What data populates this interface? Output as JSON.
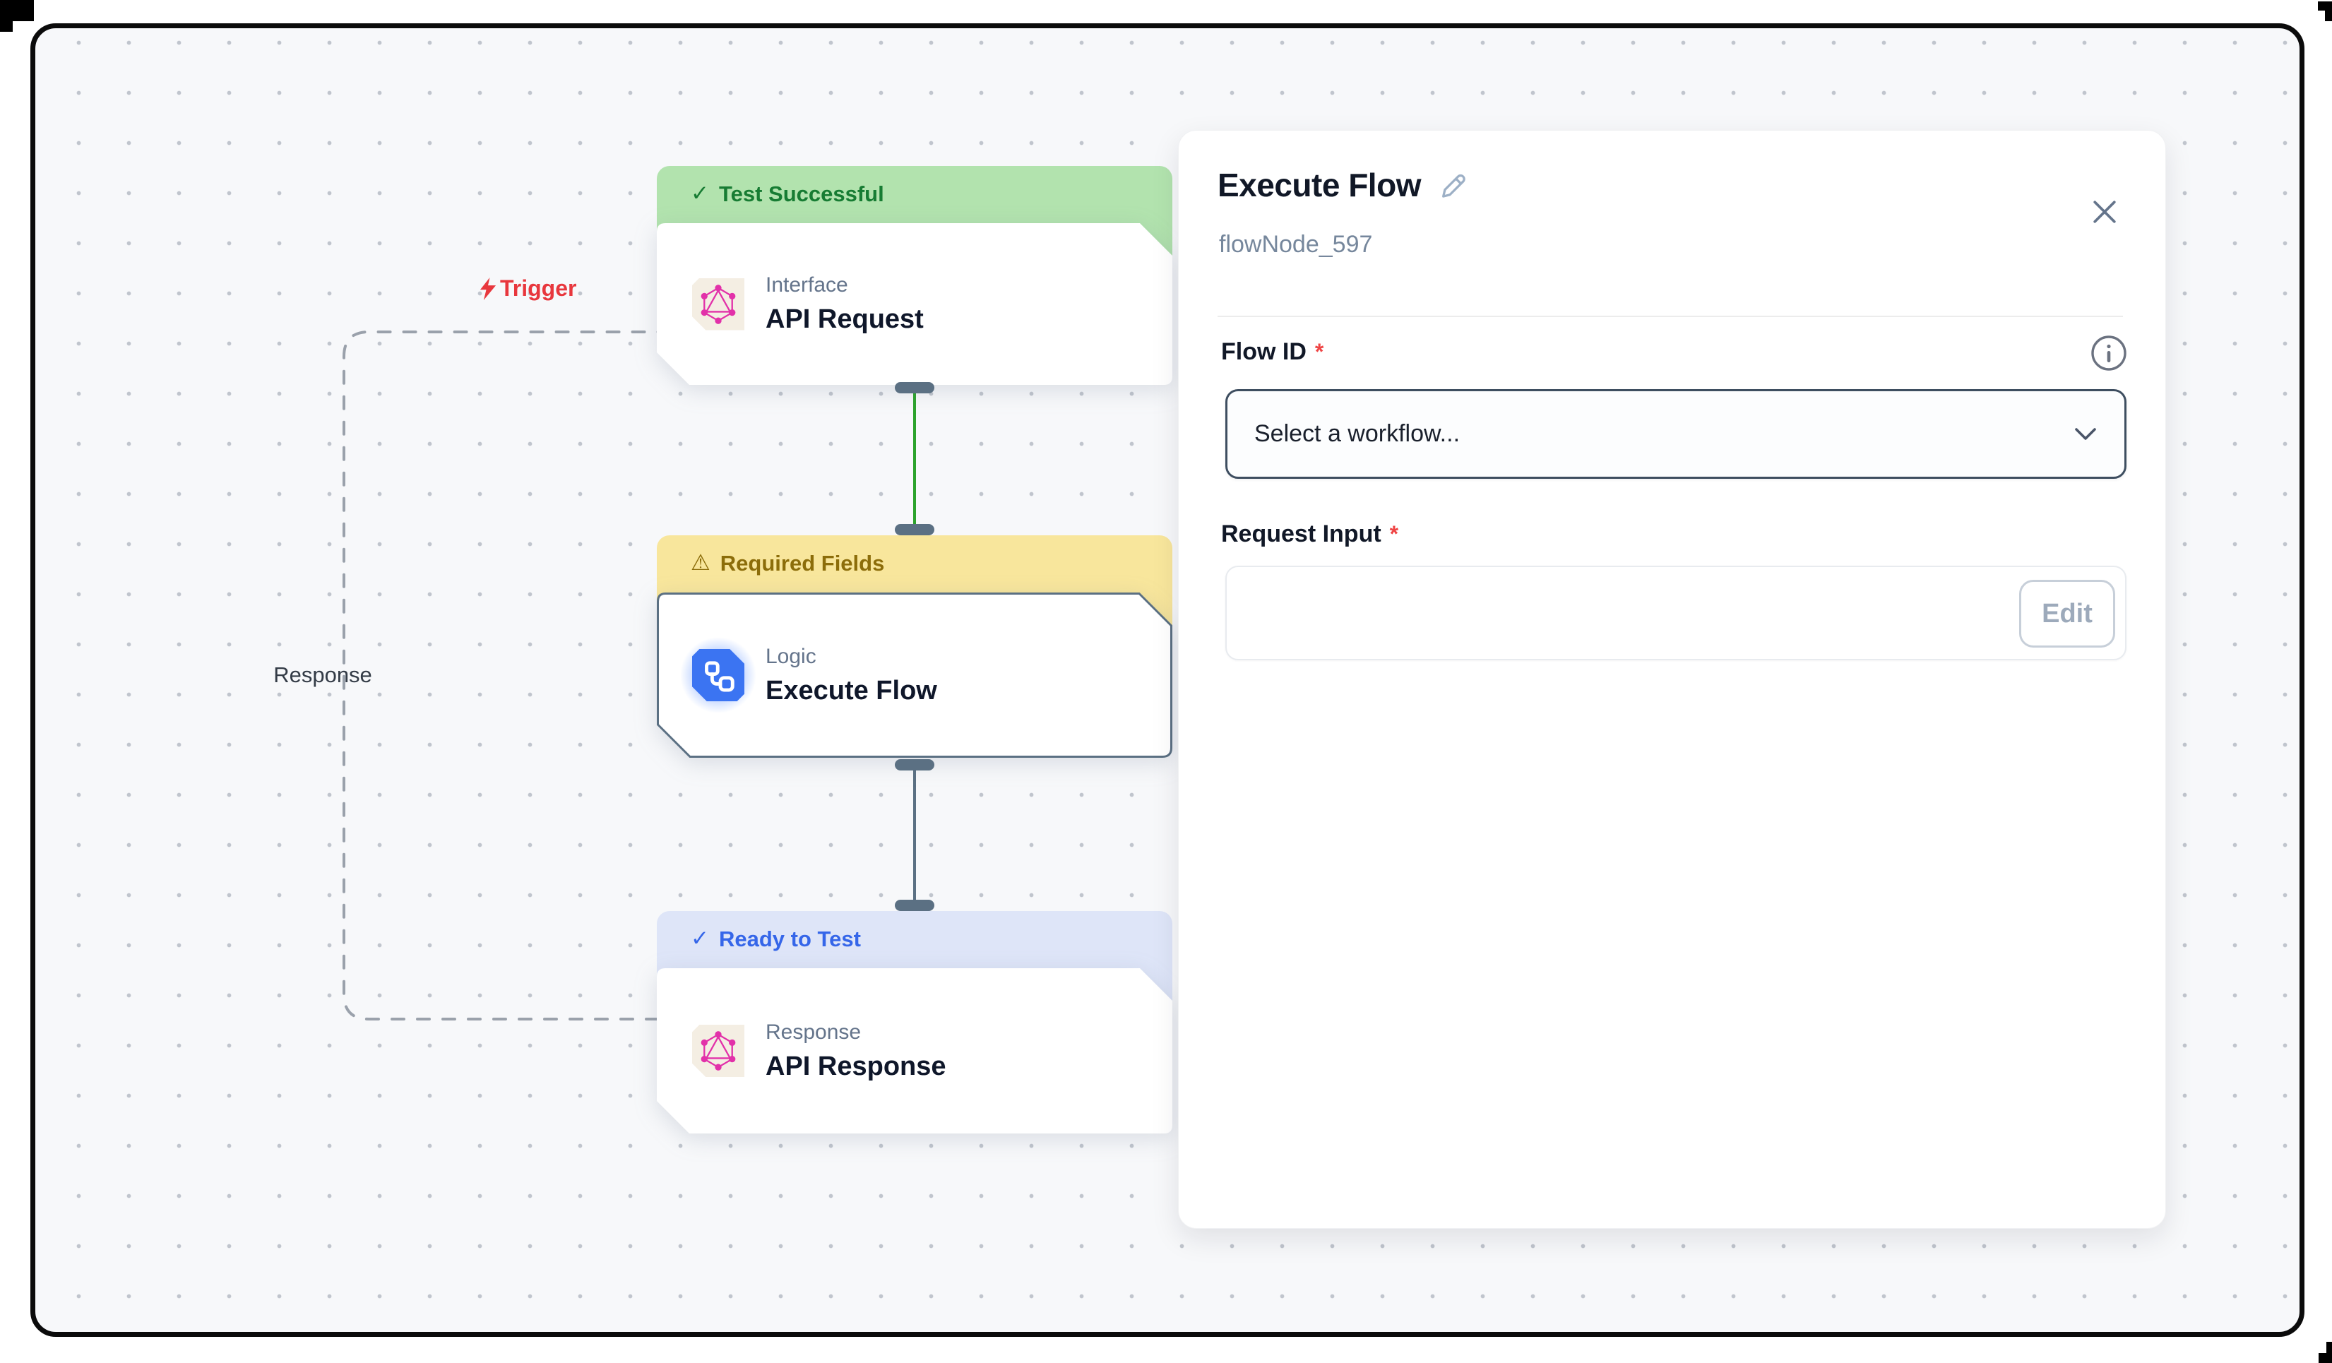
{
  "canvas": {
    "edge_labels": {
      "trigger": "Trigger",
      "response": "Response"
    },
    "nodes": [
      {
        "status_icon": "✓",
        "status_label": "Test Successful",
        "category": "Interface",
        "title": "API Request"
      },
      {
        "status_icon": "⚠",
        "status_label": "Required Fields",
        "category": "Logic",
        "title": "Execute Flow"
      },
      {
        "status_icon": "✓",
        "status_label": "Ready to Test",
        "category": "Response",
        "title": "API Response"
      }
    ]
  },
  "panel": {
    "title": "Execute Flow",
    "node_id": "flowNode_597",
    "required_marker": "*",
    "flow_id_label": "Flow ID",
    "flow_id_placeholder": "Select a workflow...",
    "request_input_label": "Request Input",
    "edit_button": "Edit"
  },
  "colors": {
    "canvas_bg": "#f7f8fa",
    "success_bg": "#b2e3ae",
    "success_text": "#177c33",
    "warning_bg": "#f8e69c",
    "warning_text": "#8c6d0a",
    "info_bg": "#dee5f8",
    "info_text": "#3566e9",
    "trigger_red": "#e8373d",
    "edge_green": "#2ca32c",
    "edge_slate": "#5b7083",
    "logic_blue": "#3b74f2",
    "graphql_pink": "#e231a9"
  }
}
